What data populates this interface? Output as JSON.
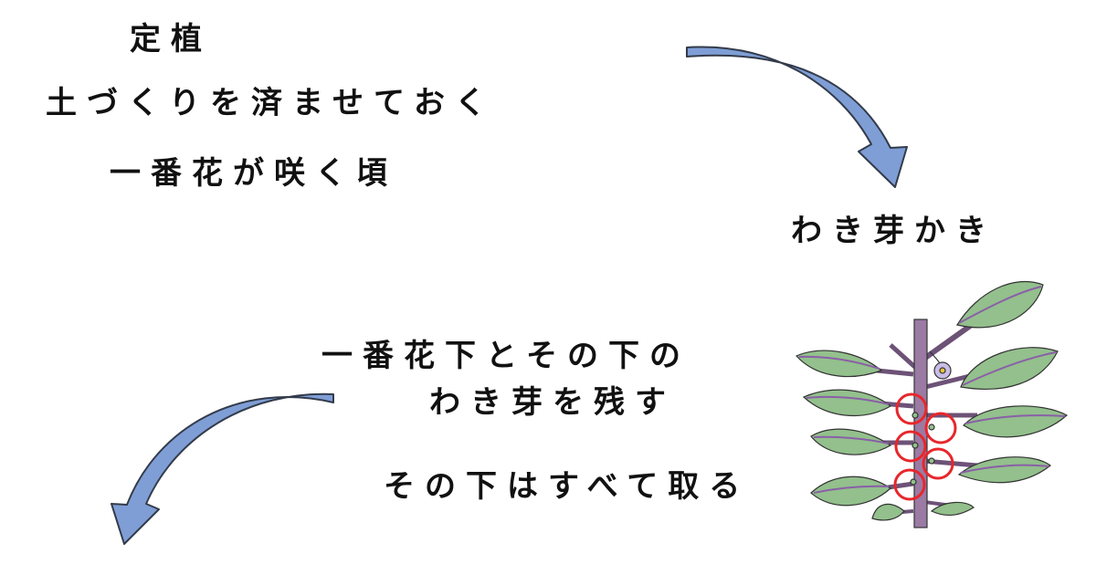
{
  "steps": {
    "planting": {
      "title": "定植",
      "line1": "土づくりを済ませておく",
      "line2": "一番花が咲く頃"
    },
    "pruning": {
      "title": "わき芽かき",
      "line1": "一番花下とその下の",
      "line2": "わき芽を残す",
      "line3": "その下はすべて取る"
    }
  },
  "colors": {
    "arrow_fill": "#7f9ed6",
    "arrow_stroke": "#333b4a",
    "leaf_fill": "#93c08c",
    "leaf_vein": "#8a5fa8",
    "stem": "#9b7aa4",
    "highlight_circle": "#e8262b",
    "flower": "#c9bde6"
  },
  "icons": [
    "curved-arrow-right-down",
    "curved-arrow-left-down",
    "eggplant-plant-illustration"
  ]
}
